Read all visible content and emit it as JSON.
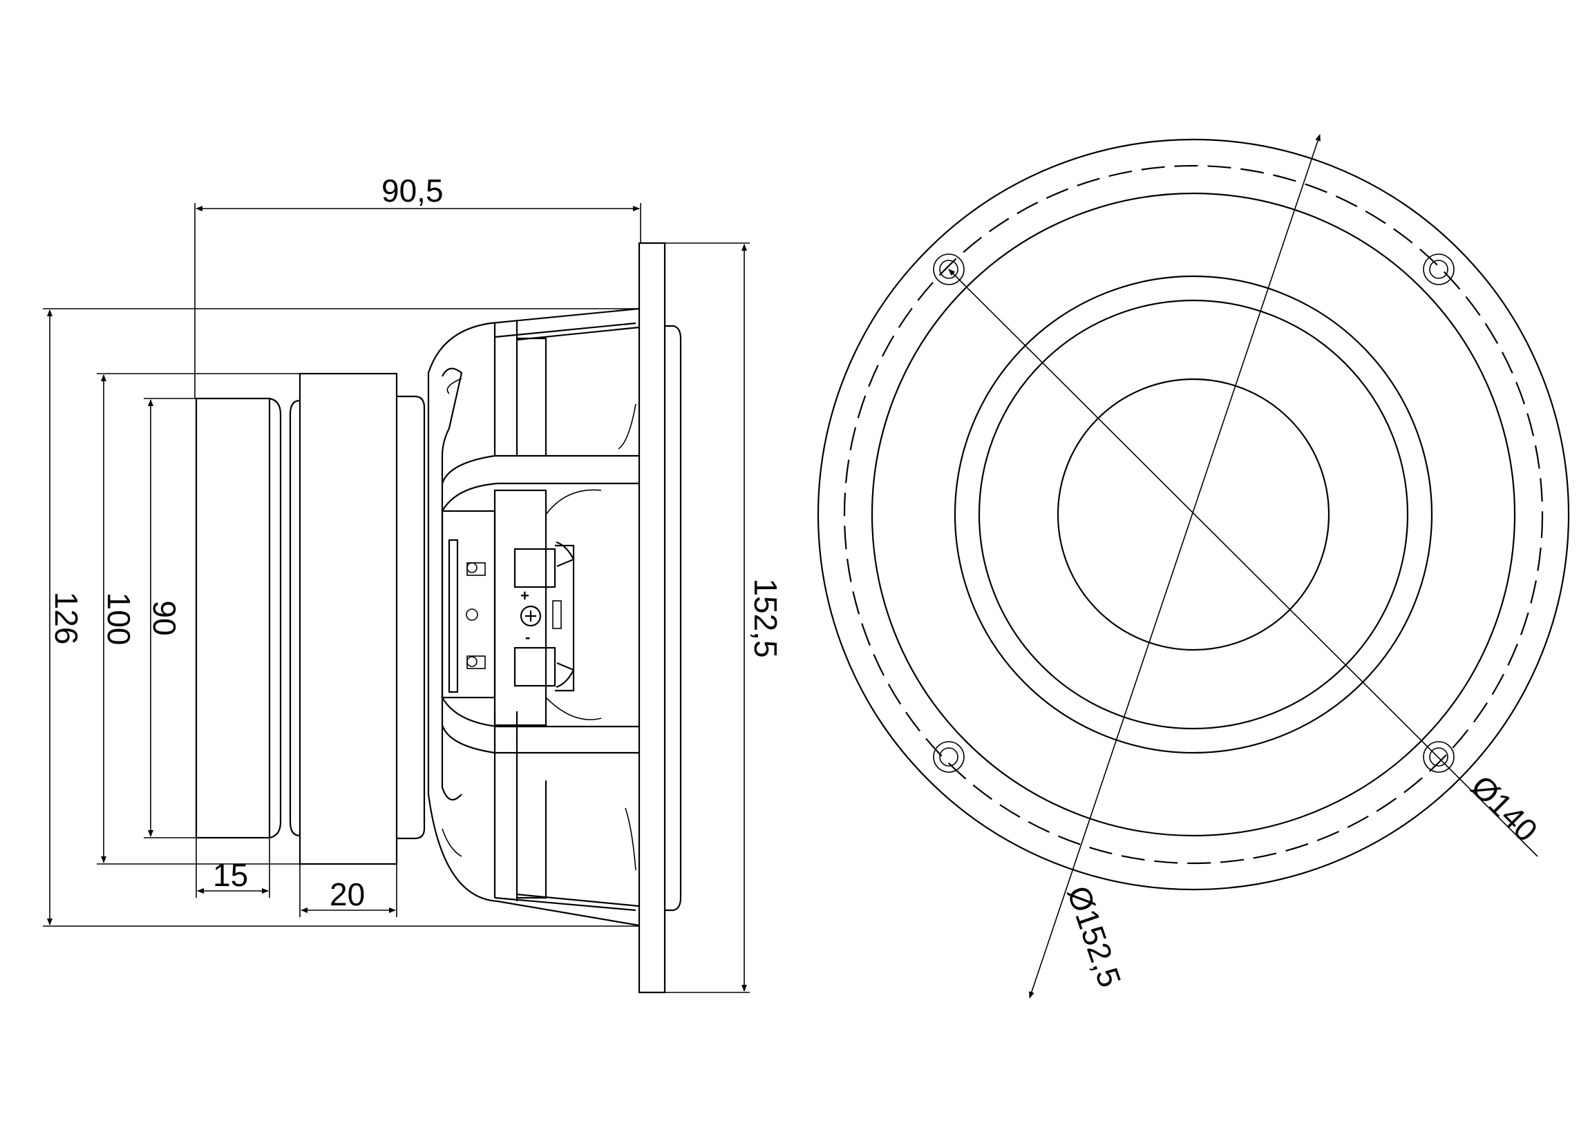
{
  "dimensions": {
    "overall_depth": "90,5",
    "basket_height": "126",
    "magnet_outer": "100",
    "magnet_inner": "90",
    "plate_thickness": "15",
    "magnet_thickness": "20",
    "flange_height": "152,5",
    "bolt_circle_diameter": "Ø140",
    "outer_diameter": "Ø152,5"
  },
  "terminal_marks": {
    "plus": "+",
    "minus": "-"
  }
}
